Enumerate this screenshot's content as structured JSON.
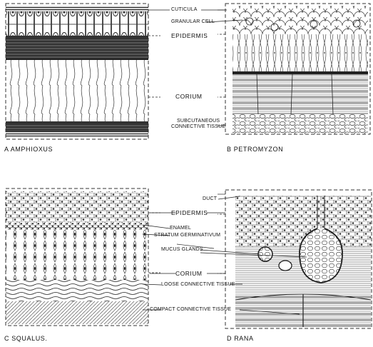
{
  "labels": {
    "cuticula": "CUTICULA",
    "epidermis_a": "EPIDERMIS",
    "corium_a": "CORIUM",
    "granular_cell": "GRANULAR CELL",
    "subcutaneous_1": "SUBCUTANEOUS",
    "subcutaneous_2": "CONNECTIVE TISSUE",
    "epidermis_c": "EPIDERMIS",
    "enamel": "ENAMEL",
    "stratum": "STRATUM GERMINATIVUM",
    "corium_c": "CORIUM",
    "loose": "LOOSE CONNECTIVE TISSUE",
    "compact": "COMPACT CONNECTIVE TISSUE",
    "duct": "DUCT",
    "mucus": "MUCUS GLANDS"
  },
  "captions": {
    "a": "A  AMPHIOXUS",
    "b": "B  PETROMYZON",
    "c": "C  SQUALUS.",
    "d": "D  RANA"
  }
}
